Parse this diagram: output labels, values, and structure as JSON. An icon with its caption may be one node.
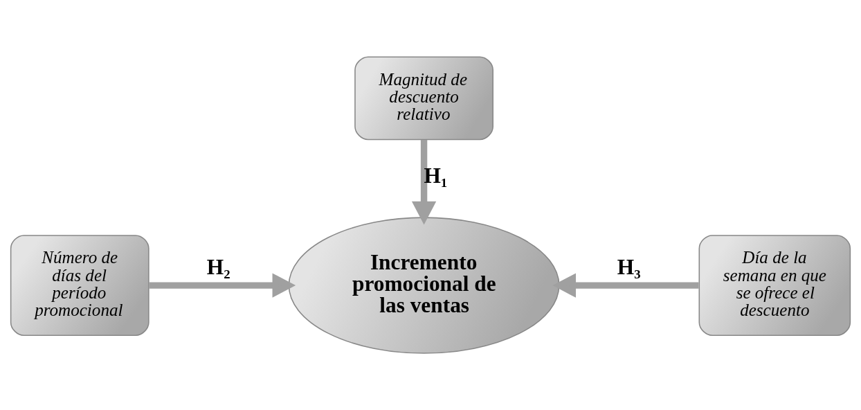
{
  "diagram": {
    "nodes": [
      {
        "text": [
          "Magnitud de descuento relativo"
        ]
      },
      {
        "text": [
          "Número de días del período promocional"
        ]
      },
      {
        "text": [
          "Incremento promocional de las ventas"
        ]
      },
      {
        "text": [
          "Día de la semana en que se ofrece el descuento"
        ]
      }
    ],
    "edges": [
      {
        "from": 0,
        "to": 2,
        "arrow": "to",
        "label": "H₁"
      },
      {
        "from": 1,
        "to": 2,
        "arrow": "to",
        "label": "H₂"
      },
      {
        "from": 3,
        "to": 2,
        "arrow": "to",
        "label": "H₃"
      }
    ]
  }
}
